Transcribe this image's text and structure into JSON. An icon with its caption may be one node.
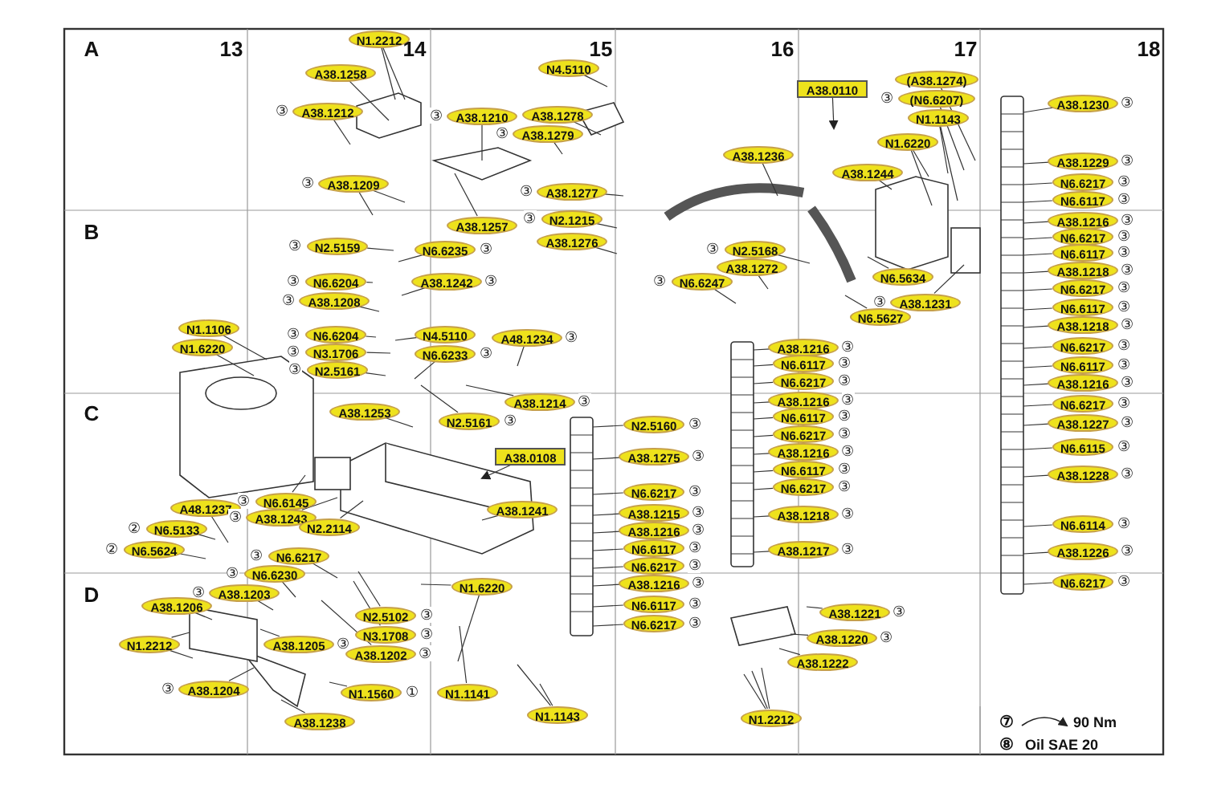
{
  "diagram": {
    "nodes": [
      {
        "text": [
          "N1.2212"
        ]
      },
      {
        "text": [
          "A38.1258"
        ]
      },
      {
        "text": [
          "A38.1212"
        ],
        "beside": [
          "③"
        ]
      },
      {
        "text": [
          "A38.1209"
        ],
        "beside": [
          "③"
        ]
      },
      {
        "text": [
          "N2.5159"
        ],
        "beside": [
          "③"
        ]
      },
      {
        "text": [
          "N6.6204"
        ],
        "beside": [
          "③"
        ]
      },
      {
        "text": [
          "A38.1208"
        ],
        "beside": [
          "③"
        ]
      },
      {
        "text": [
          "N1.1106"
        ]
      },
      {
        "text": [
          "N1.6220"
        ]
      },
      {
        "text": [
          "N6.6204"
        ],
        "beside": [
          "③"
        ]
      },
      {
        "text": [
          "N3.1706"
        ],
        "beside": [
          "③"
        ]
      },
      {
        "text": [
          "N2.5161"
        ],
        "beside": [
          "③"
        ]
      },
      {
        "text": [
          "A38.1210"
        ],
        "beside": [
          "③"
        ]
      },
      {
        "text": [
          "A38.1278"
        ]
      },
      {
        "text": [
          "A38.1279"
        ],
        "beside": [
          "③"
        ]
      },
      {
        "text": [
          "N4.5110"
        ]
      },
      {
        "text": [
          "A38.1277"
        ],
        "beside": [
          "③"
        ]
      },
      {
        "text": [
          "A38.1257"
        ]
      },
      {
        "text": [
          "N2.1215"
        ],
        "beside": [
          "③"
        ]
      },
      {
        "text": [
          "A38.1276"
        ]
      },
      {
        "text": [
          "N6.6235"
        ],
        "beside": [
          "③"
        ]
      },
      {
        "text": [
          "A38.1242"
        ],
        "beside": [
          "③"
        ]
      },
      {
        "text": [
          "N4.5110"
        ]
      },
      {
        "text": [
          "N6.6233"
        ],
        "beside": [
          "③"
        ]
      },
      {
        "text": [
          "A48.1234"
        ],
        "beside": [
          "③"
        ]
      },
      {
        "text": [
          "A38.1214"
        ],
        "beside": [
          "③"
        ]
      },
      {
        "text": [
          "A38.1236"
        ]
      },
      {
        "text": [
          "N2.5168"
        ],
        "beside": [
          "③"
        ]
      },
      {
        "text": [
          "A38.1272"
        ]
      },
      {
        "text": [
          "N6.6247"
        ],
        "beside": [
          "③"
        ]
      },
      {
        "text": [
          "A38.0110"
        ]
      },
      {
        "text": [
          "(A38.1274)"
        ]
      },
      {
        "text": [
          "(N6.6207)"
        ],
        "beside": [
          "③"
        ]
      },
      {
        "text": [
          "N1.1143"
        ]
      },
      {
        "text": [
          "N1.6220"
        ]
      },
      {
        "text": [
          "A38.1244"
        ]
      },
      {
        "text": [
          "A38.1230"
        ],
        "beside": [
          "③"
        ]
      },
      {
        "text": [
          "A38.1229"
        ],
        "beside": [
          "③"
        ]
      },
      {
        "text": [
          "N6.6217"
        ],
        "beside": [
          "③"
        ]
      },
      {
        "text": [
          "N6.6117"
        ],
        "beside": [
          "③"
        ]
      },
      {
        "text": [
          "A38.1216"
        ],
        "beside": [
          "③"
        ]
      },
      {
        "text": [
          "N6.6217"
        ],
        "beside": [
          "③"
        ]
      },
      {
        "text": [
          "N6.6117"
        ],
        "beside": [
          "③"
        ]
      },
      {
        "text": [
          "A38.1218"
        ],
        "beside": [
          "③"
        ]
      },
      {
        "text": [
          "N6.6217"
        ],
        "beside": [
          "③"
        ]
      },
      {
        "text": [
          "N6.6117"
        ],
        "beside": [
          "③"
        ]
      },
      {
        "text": [
          "A38.1218"
        ],
        "beside": [
          "③"
        ]
      },
      {
        "text": [
          "N6.6217"
        ],
        "beside": [
          "③"
        ]
      },
      {
        "text": [
          "N6.6117"
        ],
        "beside": [
          "③"
        ]
      },
      {
        "text": [
          "A38.1216"
        ],
        "beside": [
          "③"
        ]
      },
      {
        "text": [
          "N6.6217"
        ],
        "beside": [
          "③"
        ]
      },
      {
        "text": [
          "A38.1227"
        ],
        "beside": [
          "③"
        ]
      },
      {
        "text": [
          "N6.6115"
        ],
        "beside": [
          "③"
        ]
      },
      {
        "text": [
          "A38.1228"
        ],
        "beside": [
          "③"
        ]
      },
      {
        "text": [
          "N6.6114"
        ],
        "beside": [
          "③"
        ]
      },
      {
        "text": [
          "A38.1226"
        ],
        "beside": [
          "③"
        ]
      },
      {
        "text": [
          "N6.6217"
        ],
        "beside": [
          "③"
        ]
      },
      {
        "text": [
          "N6.5634"
        ]
      },
      {
        "text": [
          "A38.1231"
        ],
        "beside": [
          "③"
        ]
      },
      {
        "text": [
          "N6.5627"
        ]
      },
      {
        "text": [
          "A38.1216"
        ],
        "beside": [
          "③"
        ]
      },
      {
        "text": [
          "N6.6117"
        ],
        "beside": [
          "③"
        ]
      },
      {
        "text": [
          "N6.6217"
        ],
        "beside": [
          "③"
        ]
      },
      {
        "text": [
          "A38.1216"
        ],
        "beside": [
          "③"
        ]
      },
      {
        "text": [
          "N6.6117"
        ],
        "beside": [
          "③"
        ]
      },
      {
        "text": [
          "N6.6217"
        ],
        "beside": [
          "③"
        ]
      },
      {
        "text": [
          "A38.1216"
        ],
        "beside": [
          "③"
        ]
      },
      {
        "text": [
          "N6.6117"
        ],
        "beside": [
          "③"
        ]
      },
      {
        "text": [
          "N6.6217"
        ],
        "beside": [
          "③"
        ]
      },
      {
        "text": [
          "A38.1218"
        ],
        "beside": [
          "③"
        ]
      },
      {
        "text": [
          "A38.1217"
        ],
        "beside": [
          "③"
        ]
      },
      {
        "text": [
          "N2.5160"
        ],
        "beside": [
          "③"
        ]
      },
      {
        "text": [
          "A38.1275"
        ],
        "beside": [
          "③"
        ]
      },
      {
        "text": [
          "N6.6217"
        ],
        "beside": [
          "③"
        ]
      },
      {
        "text": [
          "A38.1215"
        ],
        "beside": [
          "③"
        ]
      },
      {
        "text": [
          "A38.1216"
        ],
        "beside": [
          "③"
        ]
      },
      {
        "text": [
          "N6.6117"
        ],
        "beside": [
          "③"
        ]
      },
      {
        "text": [
          "N6.6217"
        ],
        "beside": [
          "③"
        ]
      },
      {
        "text": [
          "A38.1216"
        ],
        "beside": [
          "③"
        ]
      },
      {
        "text": [
          "N6.6117"
        ],
        "beside": [
          "③"
        ]
      },
      {
        "text": [
          "N6.6217"
        ],
        "beside": [
          "③"
        ]
      },
      {
        "text": [
          "A38.0108"
        ]
      },
      {
        "text": [
          "A38.1241"
        ]
      },
      {
        "text": [
          "N1.6220"
        ]
      },
      {
        "text": [
          "N1.1141"
        ]
      },
      {
        "text": [
          "N1.1143"
        ]
      },
      {
        "text": [
          "N1.2212"
        ]
      },
      {
        "text": [
          "A38.1221"
        ],
        "beside": [
          "③"
        ]
      },
      {
        "text": [
          "A38.1220"
        ],
        "beside": [
          "③"
        ]
      },
      {
        "text": [
          "A38.1222"
        ]
      },
      {
        "text": [
          "N2.5161"
        ],
        "beside": [
          "③"
        ]
      },
      {
        "text": [
          "A38.1253"
        ]
      },
      {
        "text": [
          "N6.6145"
        ],
        "beside": [
          "③"
        ]
      },
      {
        "text": [
          "A48.1237"
        ]
      },
      {
        "text": [
          "A38.1243"
        ],
        "beside": [
          "③"
        ]
      },
      {
        "text": [
          "N2.2114"
        ]
      },
      {
        "text": [
          "N6.5133"
        ],
        "beside": [
          "②"
        ]
      },
      {
        "text": [
          "N6.5624"
        ],
        "beside": [
          "②"
        ]
      },
      {
        "text": [
          "N6.6217"
        ],
        "beside": [
          "③"
        ]
      },
      {
        "text": [
          "N6.6230"
        ],
        "beside": [
          "③"
        ]
      },
      {
        "text": [
          "A38.1203"
        ],
        "beside": [
          "③"
        ]
      },
      {
        "text": [
          "A38.1206"
        ]
      },
      {
        "text": [
          "N1.2212"
        ]
      },
      {
        "text": [
          "A38.1205"
        ],
        "beside": [
          "③"
        ]
      },
      {
        "text": [
          "A38.1202"
        ],
        "beside": [
          "③"
        ]
      },
      {
        "text": [
          "N2.5102"
        ],
        "beside": [
          "③"
        ]
      },
      {
        "text": [
          "N3.1708"
        ],
        "beside": [
          "③"
        ]
      },
      {
        "text": [
          "A38.1204"
        ],
        "beside": [
          "③"
        ]
      },
      {
        "text": [
          "N1.1560"
        ],
        "beside": [
          "①"
        ]
      },
      {
        "text": [
          "A38.1238"
        ]
      }
    ],
    "edges": [
      {
        "from": 0,
        "to": null,
        "arrow": "none"
      },
      {
        "from": 0,
        "to": null,
        "arrow": "none"
      },
      {
        "from": 1,
        "to": null,
        "arrow": "none"
      },
      {
        "from": 2,
        "to": null,
        "arrow": "none"
      },
      {
        "from": 3,
        "to": null,
        "arrow": "none"
      },
      {
        "from": 3,
        "to": null,
        "arrow": "none"
      },
      {
        "from": 4,
        "to": null,
        "arrow": "none"
      },
      {
        "from": 5,
        "to": null,
        "arrow": "none"
      },
      {
        "from": 6,
        "to": null,
        "arrow": "none"
      },
      {
        "from": 7,
        "to": null,
        "arrow": "none"
      },
      {
        "from": 8,
        "to": null,
        "arrow": "none"
      },
      {
        "from": 9,
        "to": null,
        "arrow": "none"
      },
      {
        "from": 10,
        "to": null,
        "arrow": "none"
      },
      {
        "from": 11,
        "to": null,
        "arrow": "none"
      },
      {
        "from": 12,
        "to": null,
        "arrow": "none"
      },
      {
        "from": 13,
        "to": null,
        "arrow": "none"
      },
      {
        "from": 14,
        "to": null,
        "arrow": "none"
      },
      {
        "from": 15,
        "to": null,
        "arrow": "none"
      },
      {
        "from": 16,
        "to": null,
        "arrow": "none"
      },
      {
        "from": 17,
        "to": null,
        "arrow": "none"
      },
      {
        "from": 18,
        "to": null,
        "arrow": "none"
      },
      {
        "from": 19,
        "to": null,
        "arrow": "none"
      },
      {
        "from": 20,
        "to": null,
        "arrow": "none"
      },
      {
        "from": 21,
        "to": null,
        "arrow": "none"
      },
      {
        "from": 22,
        "to": null,
        "arrow": "none"
      },
      {
        "from": 23,
        "to": null,
        "arrow": "none"
      },
      {
        "from": 24,
        "to": null,
        "arrow": "none"
      },
      {
        "from": 25,
        "to": null,
        "arrow": "none"
      },
      {
        "from": 26,
        "to": null,
        "arrow": "none"
      },
      {
        "from": 27,
        "to": null,
        "arrow": "none"
      },
      {
        "from": 28,
        "to": null,
        "arrow": "none"
      },
      {
        "from": 29,
        "to": null,
        "arrow": "none"
      },
      {
        "from": 30,
        "to": null,
        "arrow": "to"
      },
      {
        "from": 31,
        "to": null,
        "arrow": "none"
      },
      {
        "from": 32,
        "to": null,
        "arrow": "none"
      },
      {
        "from": 33,
        "to": null,
        "arrow": "none"
      },
      {
        "from": 33,
        "to": null,
        "arrow": "none"
      },
      {
        "from": 34,
        "to": null,
        "arrow": "none"
      },
      {
        "from": 34,
        "to": null,
        "arrow": "none"
      },
      {
        "from": 35,
        "to": null,
        "arrow": "none"
      },
      {
        "from": 36,
        "to": null,
        "arrow": "none"
      },
      {
        "from": 37,
        "to": null,
        "arrow": "none"
      },
      {
        "from": 38,
        "to": null,
        "arrow": "none"
      },
      {
        "from": 39,
        "to": null,
        "arrow": "none"
      },
      {
        "from": 40,
        "to": null,
        "arrow": "none"
      },
      {
        "from": 41,
        "to": null,
        "arrow": "none"
      },
      {
        "from": 42,
        "to": null,
        "arrow": "none"
      },
      {
        "from": 43,
        "to": null,
        "arrow": "none"
      },
      {
        "from": 44,
        "to": null,
        "arrow": "none"
      },
      {
        "from": 45,
        "to": null,
        "arrow": "none"
      },
      {
        "from": 46,
        "to": null,
        "arrow": "none"
      },
      {
        "from": 47,
        "to": null,
        "arrow": "none"
      },
      {
        "from": 48,
        "to": null,
        "arrow": "none"
      },
      {
        "from": 49,
        "to": null,
        "arrow": "none"
      },
      {
        "from": 50,
        "to": null,
        "arrow": "none"
      },
      {
        "from": 51,
        "to": null,
        "arrow": "none"
      },
      {
        "from": 52,
        "to": null,
        "arrow": "none"
      },
      {
        "from": 53,
        "to": null,
        "arrow": "none"
      },
      {
        "from": 54,
        "to": null,
        "arrow": "none"
      },
      {
        "from": 55,
        "to": null,
        "arrow": "none"
      },
      {
        "from": 56,
        "to": null,
        "arrow": "none"
      },
      {
        "from": 57,
        "to": null,
        "arrow": "none"
      },
      {
        "from": 58,
        "to": null,
        "arrow": "none"
      },
      {
        "from": 59,
        "to": null,
        "arrow": "none"
      },
      {
        "from": 60,
        "to": null,
        "arrow": "none"
      },
      {
        "from": 61,
        "to": null,
        "arrow": "none"
      },
      {
        "from": 62,
        "to": null,
        "arrow": "none"
      },
      {
        "from": 63,
        "to": null,
        "arrow": "none"
      },
      {
        "from": 64,
        "to": null,
        "arrow": "none"
      },
      {
        "from": 65,
        "to": null,
        "arrow": "none"
      },
      {
        "from": 66,
        "to": null,
        "arrow": "none"
      },
      {
        "from": 67,
        "to": null,
        "arrow": "none"
      },
      {
        "from": 68,
        "to": null,
        "arrow": "none"
      },
      {
        "from": 69,
        "to": null,
        "arrow": "none"
      },
      {
        "from": 70,
        "to": null,
        "arrow": "none"
      },
      {
        "from": 71,
        "to": null,
        "arrow": "none"
      },
      {
        "from": 72,
        "to": null,
        "arrow": "none"
      },
      {
        "from": 73,
        "to": null,
        "arrow": "none"
      },
      {
        "from": 74,
        "to": null,
        "arrow": "none"
      },
      {
        "from": 75,
        "to": null,
        "arrow": "none"
      },
      {
        "from": 76,
        "to": null,
        "arrow": "none"
      },
      {
        "from": 77,
        "to": null,
        "arrow": "none"
      },
      {
        "from": 78,
        "to": null,
        "arrow": "none"
      },
      {
        "from": 79,
        "to": null,
        "arrow": "none"
      },
      {
        "from": 80,
        "to": null,
        "arrow": "none"
      },
      {
        "from": 81,
        "to": null,
        "arrow": "to"
      },
      {
        "from": 82,
        "to": null,
        "arrow": "none"
      },
      {
        "from": 83,
        "to": null,
        "arrow": "none"
      },
      {
        "from": 83,
        "to": null,
        "arrow": "none"
      },
      {
        "from": 84,
        "to": null,
        "arrow": "none"
      },
      {
        "from": 85,
        "to": null,
        "arrow": "none"
      },
      {
        "from": 85,
        "to": null,
        "arrow": "none"
      },
      {
        "from": 86,
        "to": null,
        "arrow": "none"
      },
      {
        "from": 86,
        "to": null,
        "arrow": "none"
      },
      {
        "from": 86,
        "to": null,
        "arrow": "none"
      },
      {
        "from": 87,
        "to": null,
        "arrow": "none"
      },
      {
        "from": 88,
        "to": null,
        "arrow": "none"
      },
      {
        "from": 89,
        "to": null,
        "arrow": "none"
      },
      {
        "from": 90,
        "to": null,
        "arrow": "none"
      },
      {
        "from": 91,
        "to": null,
        "arrow": "none"
      },
      {
        "from": 92,
        "to": null,
        "arrow": "none"
      },
      {
        "from": 93,
        "to": null,
        "arrow": "none"
      },
      {
        "from": 94,
        "to": null,
        "arrow": "none"
      },
      {
        "from": 95,
        "to": null,
        "arrow": "none"
      },
      {
        "from": 96,
        "to": null,
        "arrow": "none"
      },
      {
        "from": 97,
        "to": null,
        "arrow": "none"
      },
      {
        "from": 98,
        "to": null,
        "arrow": "none"
      },
      {
        "from": 99,
        "to": null,
        "arrow": "none"
      },
      {
        "from": 100,
        "to": null,
        "arrow": "none"
      },
      {
        "from": 101,
        "to": null,
        "arrow": "none"
      },
      {
        "from": 102,
        "to": null,
        "arrow": "none"
      },
      {
        "from": 102,
        "to": null,
        "arrow": "none"
      },
      {
        "from": 103,
        "to": null,
        "arrow": "none"
      },
      {
        "from": 104,
        "to": null,
        "arrow": "none"
      },
      {
        "from": 105,
        "to": null,
        "arrow": "none"
      },
      {
        "from": 106,
        "to": null,
        "arrow": "none"
      },
      {
        "from": 107,
        "to": null,
        "arrow": "none"
      },
      {
        "from": 108,
        "to": null,
        "arrow": "none"
      },
      {
        "from": 109,
        "to": null,
        "arrow": "none"
      }
    ],
    "labels": [
      "A",
      "13",
      "14",
      "15",
      "16",
      "17",
      "18",
      "B",
      "C",
      "D",
      "⑦",
      "90 Nm",
      "⑧",
      "Oil SAE 20"
    ]
  }
}
